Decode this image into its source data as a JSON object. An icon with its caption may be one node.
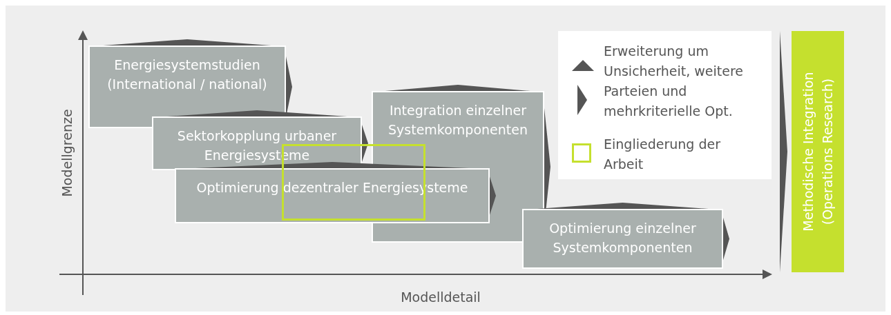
{
  "diagram": {
    "nodes": [
      {
        "text": [
          "Energiesystemstudien (International / national)"
        ]
      },
      {
        "text": [
          "Sektorkopplung urbaner Energiesysteme"
        ]
      },
      {
        "text": [
          "Optimierung dezentraler Energiesysteme"
        ]
      },
      {
        "text": [
          "Integration einzelner Systemkomponenten"
        ]
      },
      {
        "text": [
          "Optimierung einzelner Systemkomponenten"
        ]
      },
      {
        "text": [
          "Methodische Integration (Operations Research)"
        ]
      }
    ],
    "labels": [
      "Modellgrenze",
      "Modelldetail"
    ],
    "legend": [
      {
        "text": "Erweiterung um Unsicherheit, weitere Parteien und mehrkriterielle Opt."
      },
      {
        "text": "Eingliederung der Arbeit"
      }
    ]
  }
}
